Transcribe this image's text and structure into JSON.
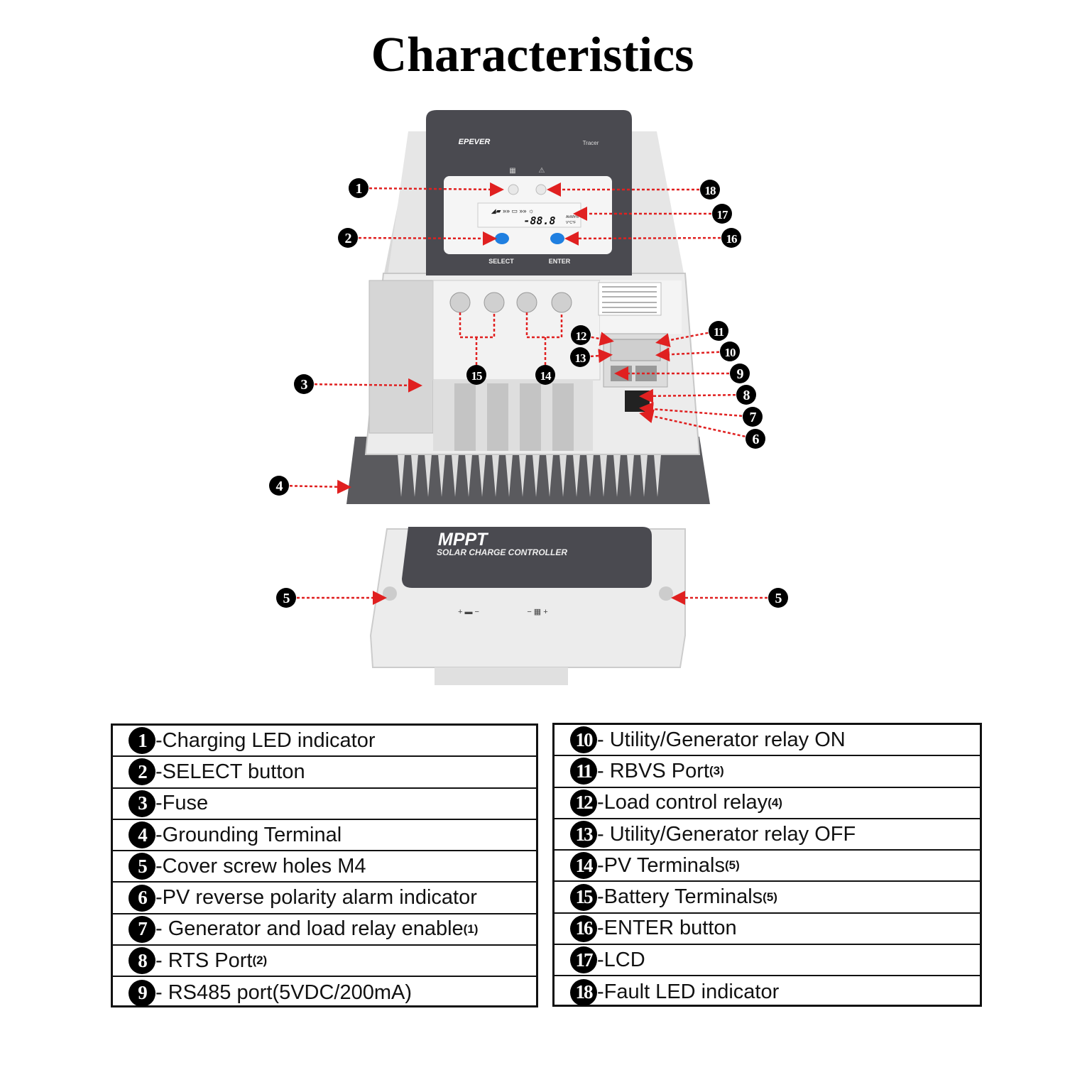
{
  "title": "Characteristics",
  "device": {
    "brand": "EPEVER",
    "model": "Tracer",
    "lcd_value": "-88.8",
    "lcd_units_top": "AkWh%",
    "lcd_units_bottom": "V°C°F",
    "select_label": "SELECT",
    "enter_label": "ENTER",
    "cover_title": "MPPT",
    "cover_subtitle": "SOLAR CHARGE CONTROLLER"
  },
  "callouts": [
    "1",
    "18",
    "17",
    "2",
    "16",
    "3",
    "4",
    "12",
    "13",
    "11",
    "10",
    "9",
    "8",
    "7",
    "6",
    "15",
    "14",
    "5",
    "5"
  ],
  "colors": {
    "arrow": "#e02020",
    "panel": "#4a4a50",
    "body": "#e8e8e8",
    "button": "#1f7fe0"
  },
  "legend_left": [
    {
      "num": "1",
      "text": "-Charging LED indicator",
      "sup": ""
    },
    {
      "num": "2",
      "text": "-SELECT button",
      "sup": ""
    },
    {
      "num": "3",
      "text": "-Fuse",
      "sup": ""
    },
    {
      "num": "4",
      "text": "-Grounding Terminal",
      "sup": ""
    },
    {
      "num": "5",
      "text": "-Cover screw holes M4",
      "sup": ""
    },
    {
      "num": "6",
      "text": "-PV reverse polarity alarm indicator",
      "sup": ""
    },
    {
      "num": "7",
      "text": "- Generator and load relay enable",
      "sup": "(1)"
    },
    {
      "num": "8",
      "text": "- RTS Port",
      "sup": "(2)"
    },
    {
      "num": "9",
      "text": "- RS485 port(5VDC/200mA)",
      "sup": ""
    }
  ],
  "legend_right": [
    {
      "num": "10",
      "text": "- Utility/Generator relay ON",
      "sup": ""
    },
    {
      "num": "11",
      "text": "- RBVS Port",
      "sup": "(3)"
    },
    {
      "num": "12",
      "text": "-Load control relay",
      "sup": "(4)"
    },
    {
      "num": "13",
      "text": "- Utility/Generator relay OFF",
      "sup": ""
    },
    {
      "num": "14",
      "text": "-PV Terminals",
      "sup": "(5)"
    },
    {
      "num": "15",
      "text": "-Battery Terminals ",
      "sup": "(5)"
    },
    {
      "num": "16",
      "text": "-ENTER button",
      "sup": ""
    },
    {
      "num": "17",
      "text": "-LCD",
      "sup": ""
    },
    {
      "num": "18",
      "text": "-Fault LED indicator",
      "sup": ""
    }
  ]
}
